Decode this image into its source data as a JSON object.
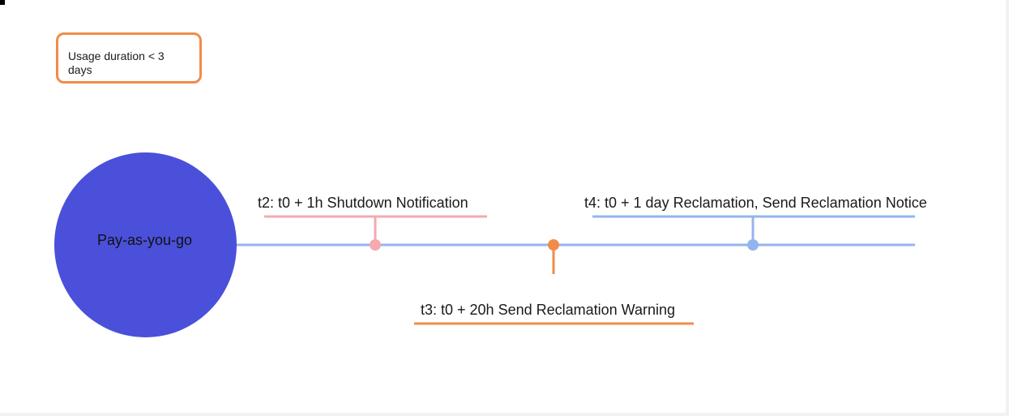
{
  "condition": {
    "text": "Usage duration < 3 days"
  },
  "start": {
    "label": "Pay-as-you-go"
  },
  "events": [
    {
      "id": "t2",
      "label": "t2: t0 + 1h Shutdown Notification"
    },
    {
      "id": "t3",
      "label": "t3: t0 + 20h Send Reclamation Warning"
    },
    {
      "id": "t4",
      "label": "t4: t0 + 1 day Reclamation, Send Reclamation Notice"
    }
  ],
  "colors": {
    "timeline": "#94b4f0",
    "t2": "#f5a9b0",
    "t3": "#f08c4a",
    "t4": "#94b4f0",
    "circle": "#4a50d9",
    "condition_border": "#f08c4a"
  }
}
